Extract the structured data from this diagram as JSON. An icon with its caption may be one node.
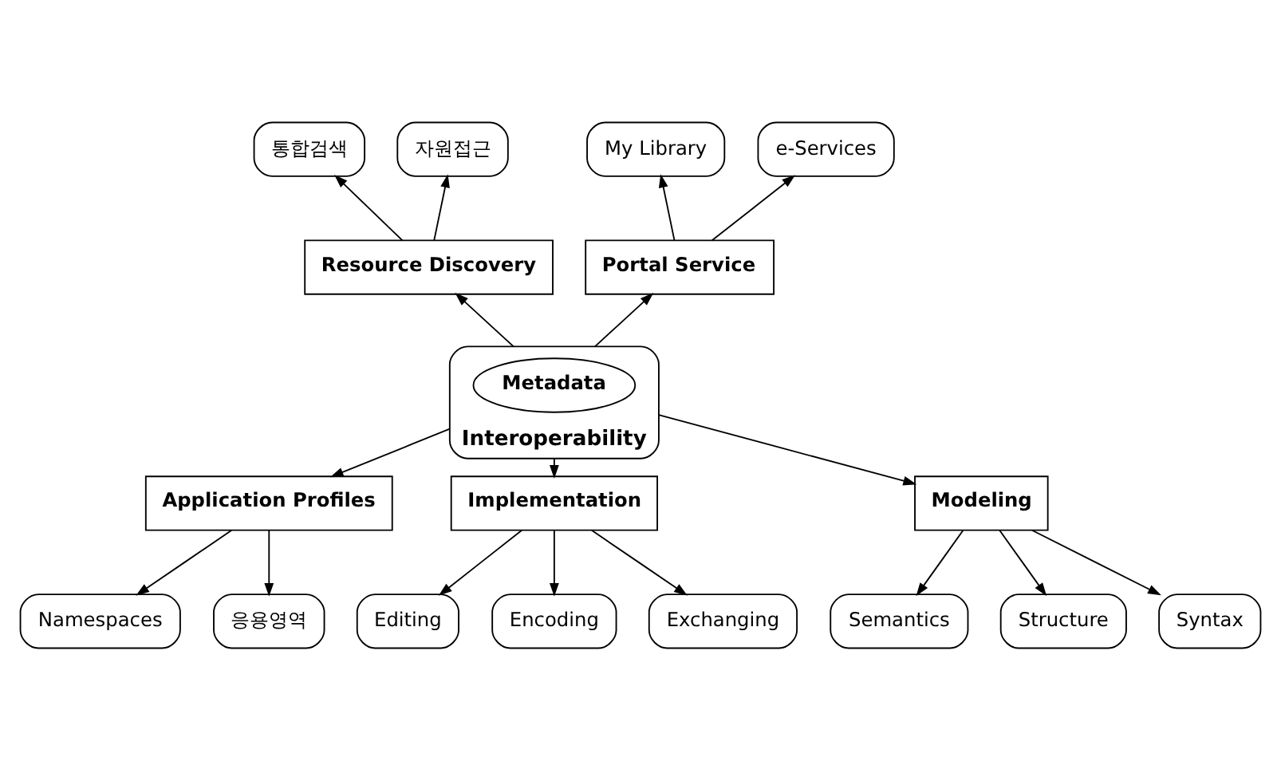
{
  "diagram": {
    "nodes": [
      {
        "text": [
          "Interoperability"
        ]
      },
      {
        "text": [
          "Metadata"
        ],
        "in": 0
      },
      {
        "text": [
          "Resource Discovery"
        ]
      },
      {
        "text": [
          "통합검색"
        ]
      },
      {
        "text": [
          "자원접근"
        ]
      },
      {
        "text": [
          "Portal Service"
        ]
      },
      {
        "text": [
          "My Library"
        ]
      },
      {
        "text": [
          "e-Services"
        ]
      },
      {
        "text": [
          "Application Profiles"
        ]
      },
      {
        "text": [
          "Namespaces"
        ]
      },
      {
        "text": [
          "응용영역"
        ]
      },
      {
        "text": [
          "Implementation"
        ]
      },
      {
        "text": [
          "Editing"
        ]
      },
      {
        "text": [
          "Encoding"
        ]
      },
      {
        "text": [
          "Exchanging"
        ]
      },
      {
        "text": [
          "Modeling"
        ]
      },
      {
        "text": [
          "Semantics"
        ]
      },
      {
        "text": [
          "Structure"
        ]
      },
      {
        "text": [
          "Syntax"
        ]
      }
    ],
    "edges": [
      {
        "from": 0,
        "to": 2,
        "arrow": "to"
      },
      {
        "from": 2,
        "to": 3,
        "arrow": "to"
      },
      {
        "from": 2,
        "to": 4,
        "arrow": "to"
      },
      {
        "from": 0,
        "to": 5,
        "arrow": "to"
      },
      {
        "from": 5,
        "to": 6,
        "arrow": "to"
      },
      {
        "from": 5,
        "to": 7,
        "arrow": "to"
      },
      {
        "from": 0,
        "to": 8,
        "arrow": "to"
      },
      {
        "from": 8,
        "to": 9,
        "arrow": "to"
      },
      {
        "from": 8,
        "to": 10,
        "arrow": "to"
      },
      {
        "from": 0,
        "to": 11,
        "arrow": "to"
      },
      {
        "from": 11,
        "to": 12,
        "arrow": "to"
      },
      {
        "from": 11,
        "to": 13,
        "arrow": "to"
      },
      {
        "from": 11,
        "to": 14,
        "arrow": "to"
      },
      {
        "from": 0,
        "to": 15,
        "arrow": "to"
      },
      {
        "from": 15,
        "to": 16,
        "arrow": "to"
      },
      {
        "from": 15,
        "to": 17,
        "arrow": "to"
      },
      {
        "from": 15,
        "to": 18,
        "arrow": "to"
      }
    ]
  }
}
